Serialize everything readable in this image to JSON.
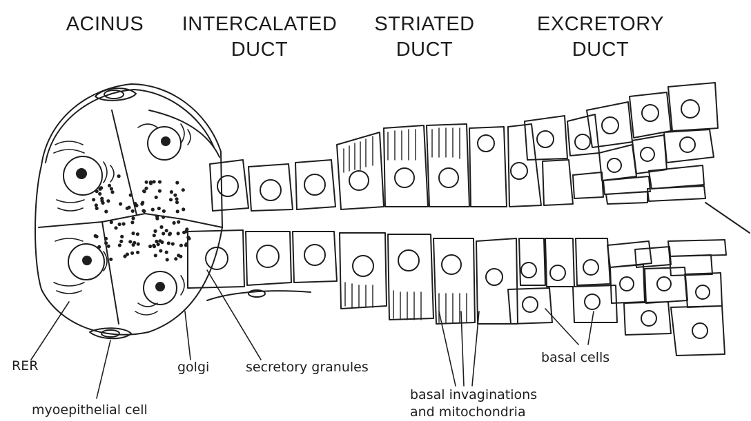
{
  "headers": {
    "acinus": "ACINUS",
    "intercalated_1": "INTERCALATED",
    "intercalated_2": "DUCT",
    "striated_1": "STRIATED",
    "striated_2": "DUCT",
    "excretory_1": "EXCRETORY",
    "excretory_2": "DUCT"
  },
  "labels": {
    "rer": "RER",
    "myoepithelial": "myoepithelial cell",
    "golgi": "golgi",
    "secretory": "secretory granules",
    "basal_invag_1": "basal invaginations",
    "basal_invag_2": "and mitochondria",
    "basal_cells": "basal cells"
  },
  "colors": {
    "ink": "#1e1e1e",
    "paper": "#ffffff"
  }
}
